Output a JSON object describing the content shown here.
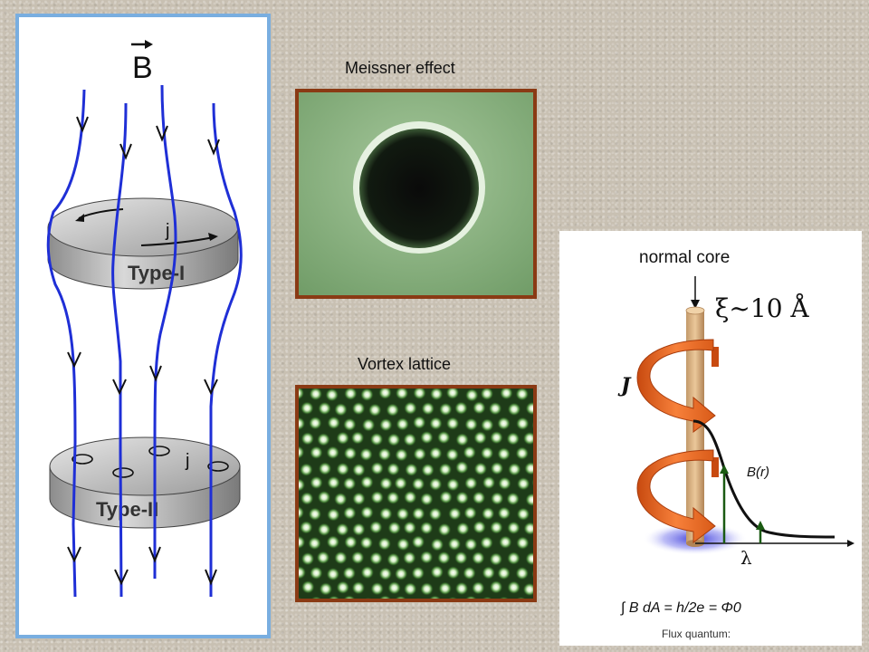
{
  "left_panel": {
    "field_symbol": "B",
    "type1_label": "Type-I",
    "type2_label": "Type-II",
    "current_label_1": "j",
    "current_label_2": "j"
  },
  "meissner": {
    "title": "Meissner effect"
  },
  "vortex": {
    "title": "Vortex lattice"
  },
  "right_panel": {
    "core_label": "normal core",
    "coherence_label": "ξ~10 Å",
    "current_symbol": "J",
    "field_profile_label": "B(r)",
    "penetration_symbol": "λ",
    "flux_equation": "∫ B dA  =  h/2e = Φ0",
    "flux_caption": "Flux quantum:"
  },
  "colors": {
    "field_lines": "#1f2fd6",
    "frame_left": "#79aee0",
    "frame_images": "#8a3a14",
    "vortex_core": "#d9b082",
    "current_arrow": "#f26a1c",
    "field_bars": "#1a5a12"
  }
}
